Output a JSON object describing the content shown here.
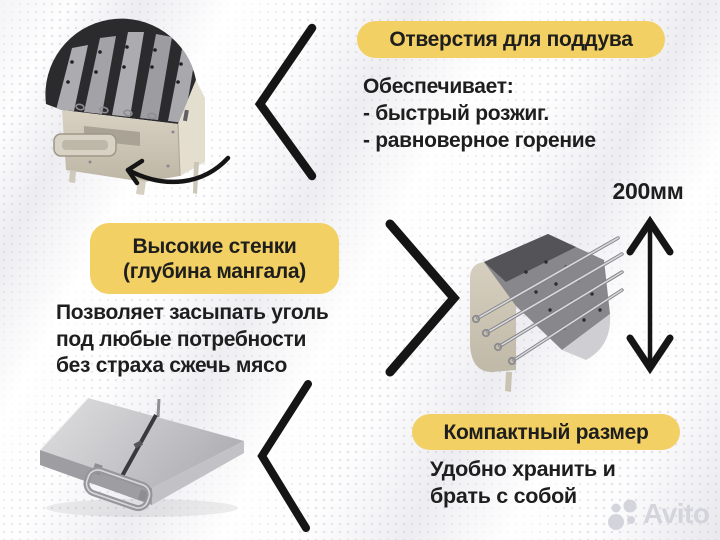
{
  "poster": {
    "features": [
      {
        "id": "air-holes",
        "title": "Отверстия для поддува",
        "body": [
          "Обеспечивает:",
          "- быстрый розжиг.",
          "- равноверное горение"
        ]
      },
      {
        "id": "high-walls",
        "title_lines": [
          "Высокие стенки",
          "(глубина мангала)"
        ],
        "body": [
          "Позволяет засыпать уголь",
          "под любые потребности",
          "без страха сжечь мясо"
        ]
      },
      {
        "id": "compact-size",
        "title": "Компактный размер",
        "body": [
          "Удобно хранить и",
          "брать с собой"
        ]
      }
    ],
    "dimension_label": "200мм",
    "watermark_brand": "Avito",
    "icons": {
      "chevron_top": "angle-bracket-left",
      "chevron_middle": "angle-bracket-right",
      "chevron_bottom": "angle-bracket-left",
      "height_arrow": "double-headed-vertical-arrow",
      "rotate_arrow": "curved-rotation-arrow",
      "watermark_dots": "avito-four-dots"
    },
    "colors": {
      "accent_yellow": "#F2D063",
      "text_dark": "#1E1E1E",
      "arrow_black": "#151515",
      "watermark_gray": "#D2D2DA"
    }
  }
}
